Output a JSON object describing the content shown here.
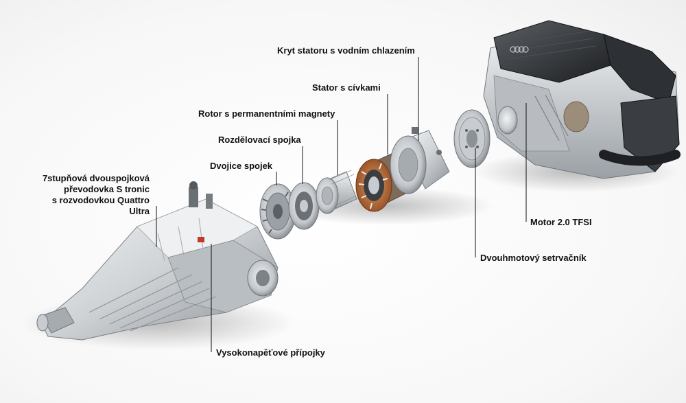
{
  "labels": {
    "stator_housing": "Kryt statoru s vodním chlazením",
    "stator": "Stator s cívkami",
    "rotor": "Rotor s permanentními magnety",
    "separating_clutch": "Rozdělovací spojka",
    "dual_clutch": "Dvojice spojek",
    "gearbox_line1": "7stupňová dvouspojková",
    "gearbox_line2": "převodovka S tronic",
    "gearbox_line3": "s rozvodovkou Quattro",
    "gearbox_line4": "Ultra",
    "engine": "Motor 2.0 TFSI",
    "flywheel": "Dvouhmotový setrvačník",
    "hv_connectors": "Vysokonapěťové přípojky"
  },
  "colors": {
    "aluminium_light": "#e6e8ea",
    "aluminium_dark": "#8c9196",
    "engine_dark": "#2a2c2f",
    "copper": "#b8652f",
    "accent_red": "#c0392b"
  }
}
